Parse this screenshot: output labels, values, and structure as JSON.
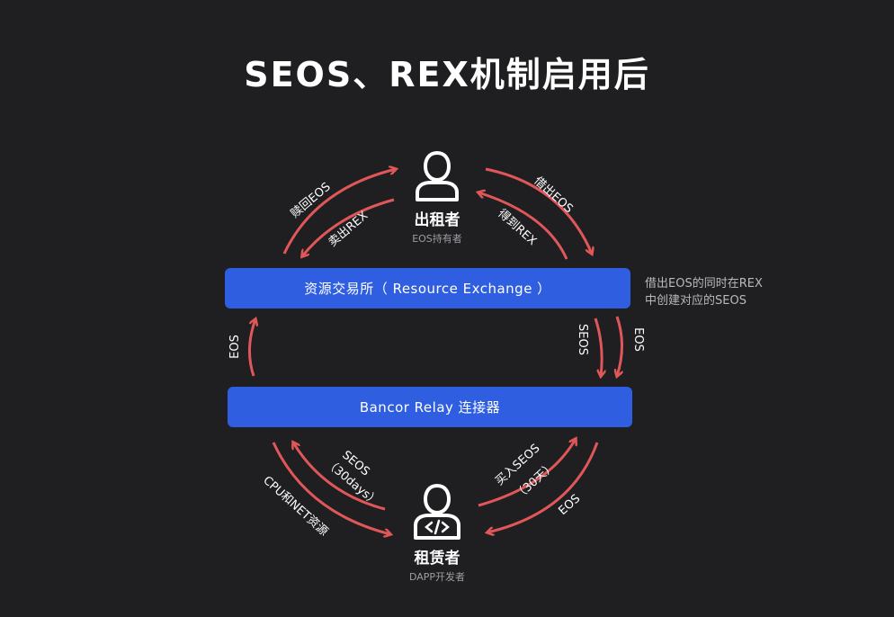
{
  "title": "SEOS、REX机制启用后",
  "exchange_bar": "资源交易所（ Resource Exchange ）",
  "relay_bar": "Bancor Relay 连接器",
  "note": [
    "借出EOS的同时在REX",
    "中创建对应的SEOS"
  ],
  "lender": {
    "name": "出租者",
    "sub": "EOS持有者",
    "icon": "person-icon"
  },
  "renter": {
    "name": "租赁者",
    "sub": "DAPP开发者",
    "icon": "developer-code-icon"
  },
  "labels": {
    "redeem_eos": "赎回EOS",
    "sell_rex": "卖出REX",
    "lend_eos": "借出EOS",
    "get_rex": "得到REX",
    "eos_left": "EOS",
    "seos_right": "SEOS",
    "eos_right": "EOS",
    "seos_30days_1": "SEOS",
    "seos_30days_2": "（30days）",
    "cpu_net": "CPU和NET资源",
    "buy_seos_1": "买入SEOS",
    "buy_seos_2": "（30天）",
    "eos_bottom_right": "EOS"
  },
  "colors": {
    "background": "#1f1f22",
    "bar": "#2f5fe0",
    "arrow": "#e0575a"
  }
}
